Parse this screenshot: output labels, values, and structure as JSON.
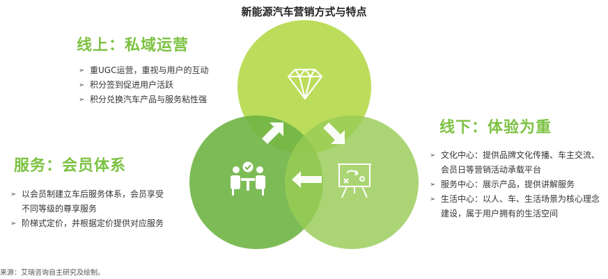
{
  "title": "新能源汽车营销方式与特点",
  "online": {
    "heading": "线上：私域运营",
    "items": [
      "重UGC运营，重视与用户的互动",
      "积分签到促进用户活跃",
      "积分兑换汽车产品与服务粘性强"
    ]
  },
  "service": {
    "heading": "服务：会员体系",
    "items": [
      "以会员制建立车后服务体系，会员享受不同等级的尊享服务",
      "阶梯式定价，并根据定价提供对应服务"
    ]
  },
  "offline": {
    "heading": "线下：体验为重",
    "items": [
      "文化中心：提供品牌文化传播、车主交流、会员日等营销活动承载平台",
      "服务中心：展示产品，提供讲解服务",
      "生活中心：以人、车、生活场景为核心理念建设，属于用户拥有的生活空间"
    ]
  },
  "source": "来源：艾瑞咨询自主研究及绘制。",
  "colors": {
    "accent": "#7cc242",
    "circle_top": "#b5d94a",
    "circle_left": "#6fb444",
    "circle_right": "#99cc55"
  },
  "icons": [
    "diamond-icon",
    "meeting-icon",
    "strategy-board-icon",
    "cycle-arrow-icon"
  ]
}
